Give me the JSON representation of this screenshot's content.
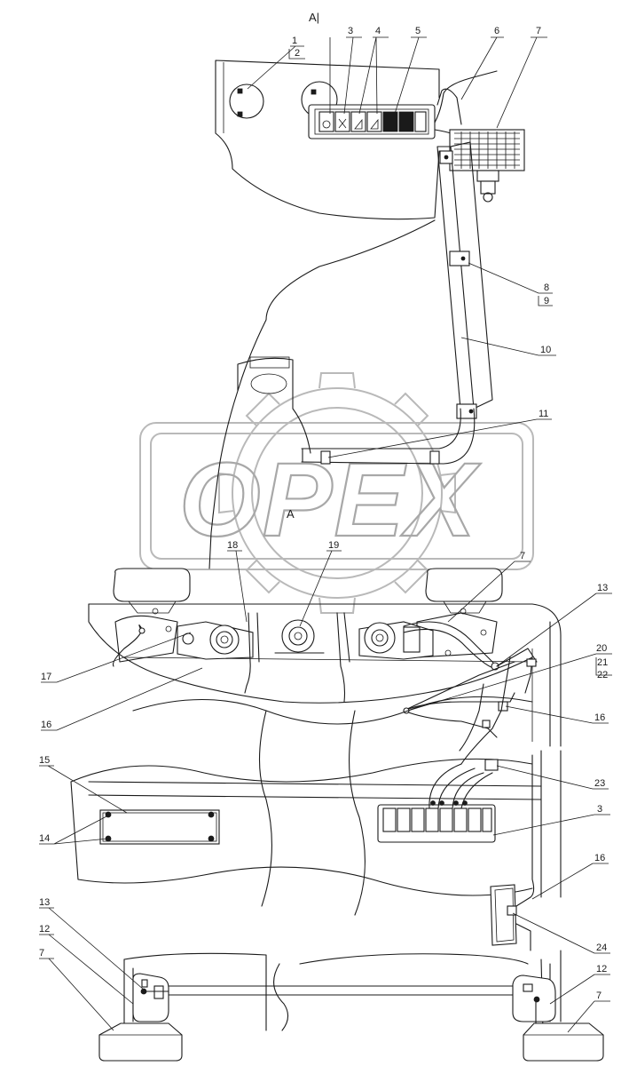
{
  "views": {
    "top": "A|",
    "middle": "A"
  },
  "watermark": {
    "text": "OPEX"
  },
  "callouts": {
    "c1": "1",
    "c2": "2",
    "c3": "3",
    "c4": "4",
    "c5": "5",
    "c6": "6",
    "c7": "7",
    "c8": "8",
    "c9": "9",
    "c10": "10",
    "c11": "11",
    "c7b": "7",
    "c13": "13",
    "c20": "20",
    "c21": "21",
    "c22": "22",
    "c18": "18",
    "c19": "19",
    "c17": "17",
    "c16": "16",
    "c16b": "16",
    "c15": "15",
    "c14": "14",
    "c23": "23",
    "c3b": "3",
    "c16c": "16",
    "c24": "24",
    "c13b": "13",
    "c12": "12",
    "c7c": "7",
    "c12b": "12",
    "c7d": "7"
  }
}
